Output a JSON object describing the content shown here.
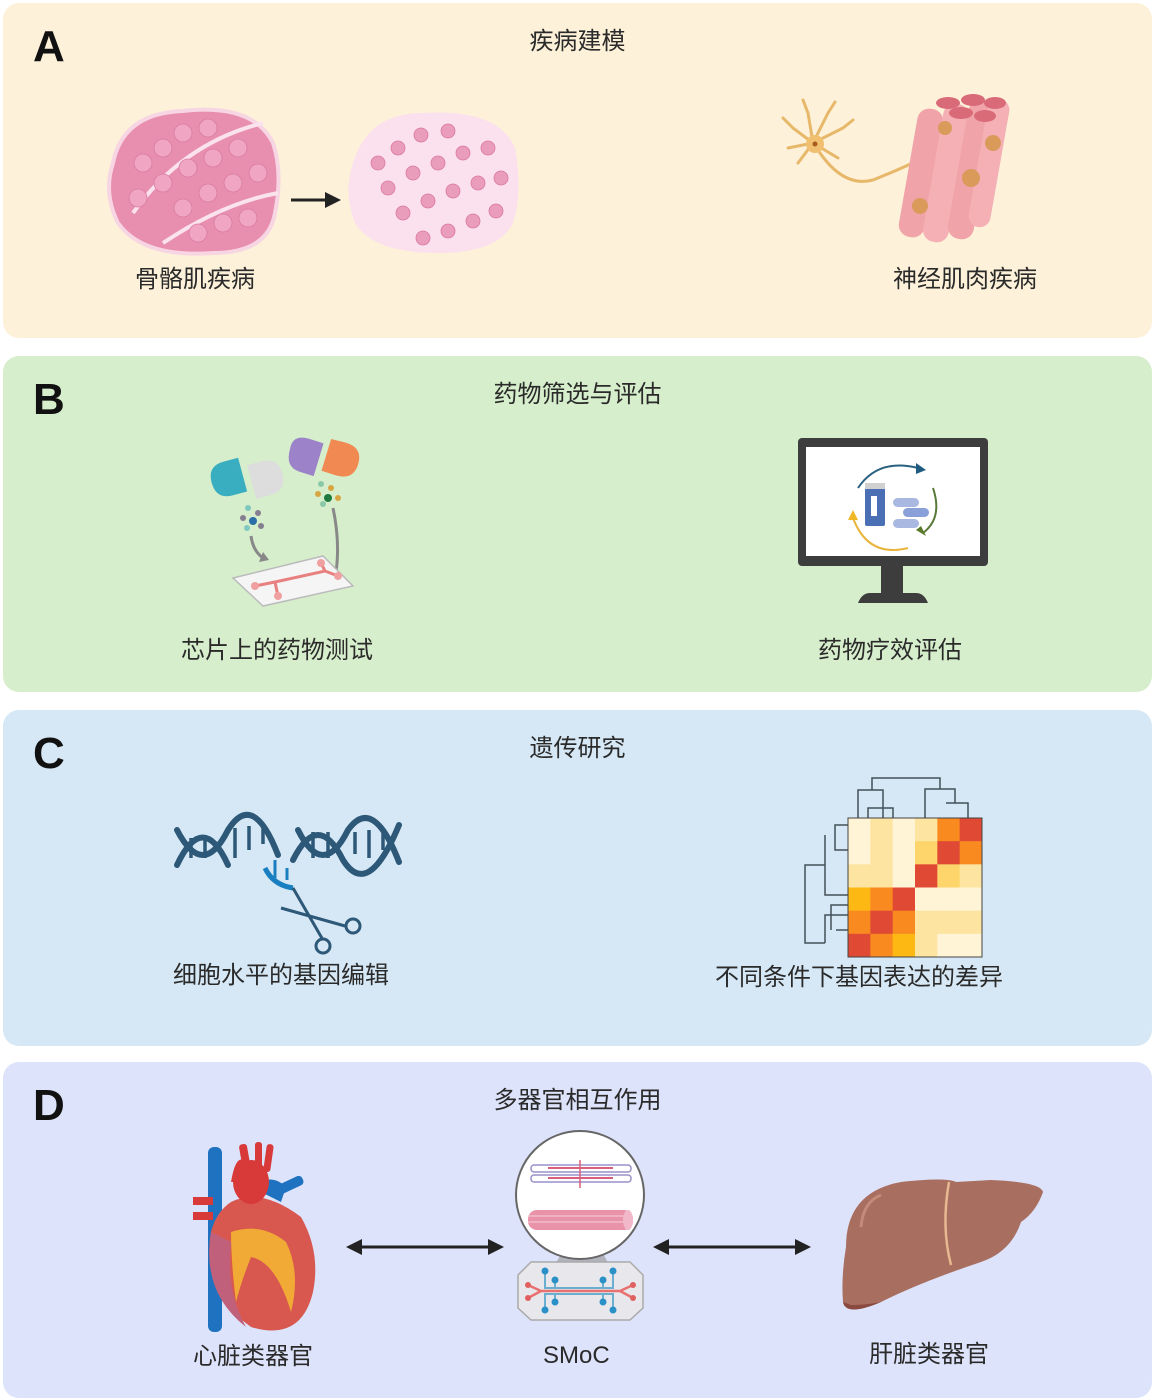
{
  "panels": {
    "A": {
      "letter": "A",
      "title": "疾病建模",
      "items": [
        {
          "label": "骨骼肌疾病",
          "icon": "muscle-degeneration-icon"
        },
        {
          "label": "神经肌肉疾病",
          "icon": "neuron-muscle-fiber-icon"
        }
      ],
      "color": "#fdf1d9"
    },
    "B": {
      "letter": "B",
      "title": "药物筛选与评估",
      "items": [
        {
          "label": "芯片上的药物测试",
          "icon": "capsules-on-chip-icon"
        },
        {
          "label": "药物疗效评估",
          "icon": "monitor-drug-cycle-icon"
        }
      ],
      "color": "#d6eecb"
    },
    "C": {
      "letter": "C",
      "title": "遗传研究",
      "items": [
        {
          "label": "细胞水平的基因编辑",
          "icon": "dna-scissors-icon"
        },
        {
          "label": "不同条件下基因表达的差异",
          "icon": "heatmap-dendrogram-icon"
        }
      ],
      "color": "#d6e8f5"
    },
    "D": {
      "letter": "D",
      "title": "多器官相互作用",
      "items": [
        {
          "label": "心脏类器官",
          "icon": "heart-icon"
        },
        {
          "label": "SMoC",
          "icon": "muscle-on-chip-icon"
        },
        {
          "label": "肝脏类器官",
          "icon": "liver-icon"
        }
      ],
      "color": "#dde3fa"
    }
  },
  "heatmap": {
    "rows": 6,
    "cols": 6,
    "values": [
      [
        0,
        1,
        0,
        1,
        4,
        5
      ],
      [
        0,
        1,
        0,
        2,
        5,
        4
      ],
      [
        1,
        1,
        0,
        5,
        2,
        1
      ],
      [
        3,
        4,
        5,
        0,
        0,
        0
      ],
      [
        3.5,
        5,
        4,
        1,
        1,
        1
      ],
      [
        5,
        3.5,
        3,
        1,
        0,
        0
      ]
    ]
  }
}
